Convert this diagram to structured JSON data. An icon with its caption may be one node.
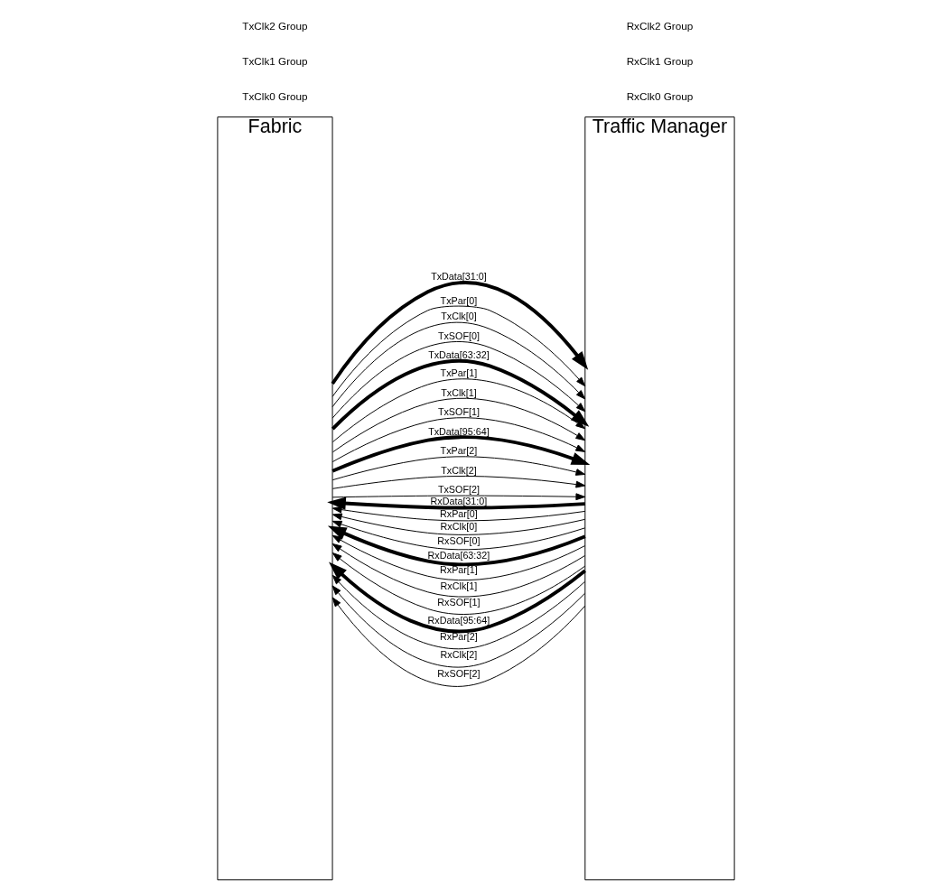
{
  "diagram": {
    "nodes": [
      {
        "text": [
          "Fabric"
        ]
      },
      {
        "text": [
          "Traffic Manager"
        ]
      }
    ],
    "edges": [
      {
        "from": 0,
        "to": 1,
        "arrow": "to",
        "label": "TxData[31:0]",
        "style": "thick"
      },
      {
        "from": 0,
        "to": 1,
        "arrow": "to",
        "label": "TxPar[0]"
      },
      {
        "from": 0,
        "to": 1,
        "arrow": "to",
        "label": "TxClk[0]"
      },
      {
        "from": 0,
        "to": 1,
        "arrow": "to",
        "label": "TxSOF[0]"
      },
      {
        "from": 0,
        "to": 1,
        "arrow": "to",
        "label": "TxData[63:32]",
        "style": "thick"
      },
      {
        "from": 0,
        "to": 1,
        "arrow": "to",
        "label": "TxPar[1]"
      },
      {
        "from": 0,
        "to": 1,
        "arrow": "to",
        "label": "TxClk[1]"
      },
      {
        "from": 0,
        "to": 1,
        "arrow": "to",
        "label": "TxSOF[1]"
      },
      {
        "from": 0,
        "to": 1,
        "arrow": "to",
        "label": "TxData[95:64]",
        "style": "thick"
      },
      {
        "from": 0,
        "to": 1,
        "arrow": "to",
        "label": "TxPar[2]"
      },
      {
        "from": 0,
        "to": 1,
        "arrow": "to",
        "label": "TxClk[2]"
      },
      {
        "from": 0,
        "to": 1,
        "arrow": "to",
        "label": "TxSOF[2]"
      },
      {
        "from": 1,
        "to": 0,
        "arrow": "to",
        "label": "RxData[31:0]",
        "style": "thick"
      },
      {
        "from": 1,
        "to": 0,
        "arrow": "to",
        "label": "RxPar[0]"
      },
      {
        "from": 1,
        "to": 0,
        "arrow": "to",
        "label": "RxClk[0]"
      },
      {
        "from": 1,
        "to": 0,
        "arrow": "to",
        "label": "RxSOF[0]"
      },
      {
        "from": 1,
        "to": 0,
        "arrow": "to",
        "label": "RxData[63:32]",
        "style": "thick"
      },
      {
        "from": 1,
        "to": 0,
        "arrow": "to",
        "label": "RxPar[1]"
      },
      {
        "from": 1,
        "to": 0,
        "arrow": "to",
        "label": "RxClk[1]"
      },
      {
        "from": 1,
        "to": 0,
        "arrow": "to",
        "label": "RxSOF[1]"
      },
      {
        "from": 1,
        "to": 0,
        "arrow": "to",
        "label": "RxData[95:64]",
        "style": "thick"
      },
      {
        "from": 1,
        "to": 0,
        "arrow": "to",
        "label": "RxPar[2]"
      },
      {
        "from": 1,
        "to": 0,
        "arrow": "to",
        "label": "RxClk[2]"
      },
      {
        "from": 1,
        "to": 0,
        "arrow": "to",
        "label": "RxSOF[2]"
      }
    ],
    "labels": [
      "TxClk0 Group",
      "TxClk1 Group",
      "TxClk2 Group",
      "RxClk0 Group",
      "RxClk1 Group",
      "RxClk2 Group"
    ]
  }
}
